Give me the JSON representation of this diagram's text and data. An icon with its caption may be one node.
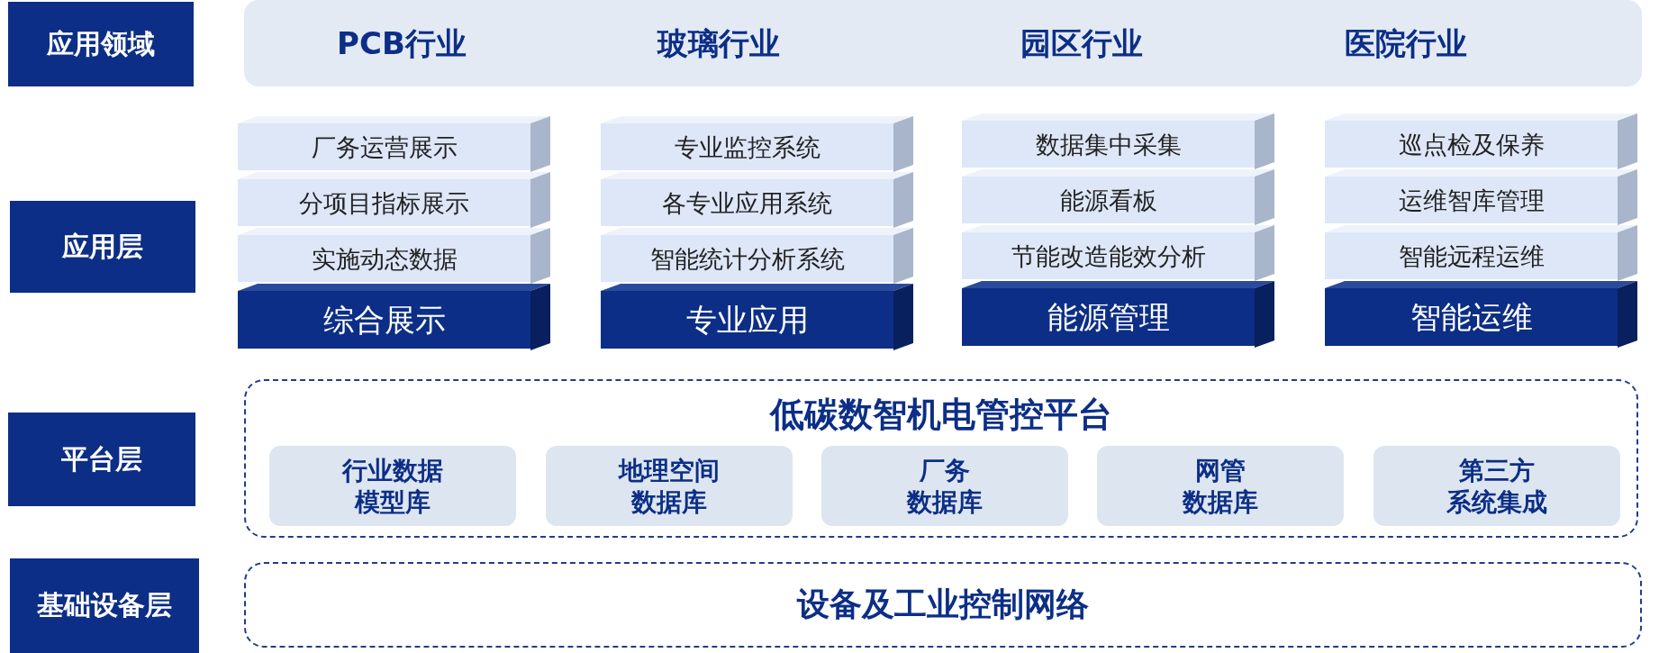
{
  "diagram": {
    "nodes": [
      {
        "text": [
          "应用领域"
        ]
      },
      {
        "text": [
          "PCB行业",
          "玻璃行业",
          "园区行业",
          "医院行业"
        ]
      },
      {
        "text": [
          "应用层"
        ]
      },
      {
        "text": [
          "厂务运营展示"
        ]
      },
      {
        "text": [
          "分项目指标展示"
        ]
      },
      {
        "text": [
          "实施动态数据"
        ]
      },
      {
        "text": [
          "综合展示"
        ]
      },
      {
        "text": [
          "专业监控系统"
        ]
      },
      {
        "text": [
          "各专业应用系统"
        ]
      },
      {
        "text": [
          "智能统计分析系统"
        ]
      },
      {
        "text": [
          "专业应用"
        ]
      },
      {
        "text": [
          "数据集中采集"
        ]
      },
      {
        "text": [
          "能源看板"
        ]
      },
      {
        "text": [
          "节能改造能效分析"
        ]
      },
      {
        "text": [
          "能源管理"
        ]
      },
      {
        "text": [
          "巡点检及保养"
        ]
      },
      {
        "text": [
          "运维智库管理"
        ]
      },
      {
        "text": [
          "智能远程运维"
        ]
      },
      {
        "text": [
          "智能运维"
        ]
      },
      {
        "text": [
          "平台层"
        ]
      },
      {
        "text": [
          "低碳数智机电管控平台"
        ]
      },
      {
        "text": [
          "行业数据",
          "模型库"
        ],
        "in": 20
      },
      {
        "text": [
          "地理空间",
          "数据库"
        ],
        "in": 20
      },
      {
        "text": [
          "厂务",
          "数据库"
        ],
        "in": 20
      },
      {
        "text": [
          "网管",
          "数据库"
        ],
        "in": 20
      },
      {
        "text": [
          "第三方",
          "系统集成"
        ],
        "in": 20
      },
      {
        "text": [
          "基础设备层"
        ]
      },
      {
        "text": [
          "设备及工业控制网络"
        ]
      }
    ],
    "edges": []
  }
}
